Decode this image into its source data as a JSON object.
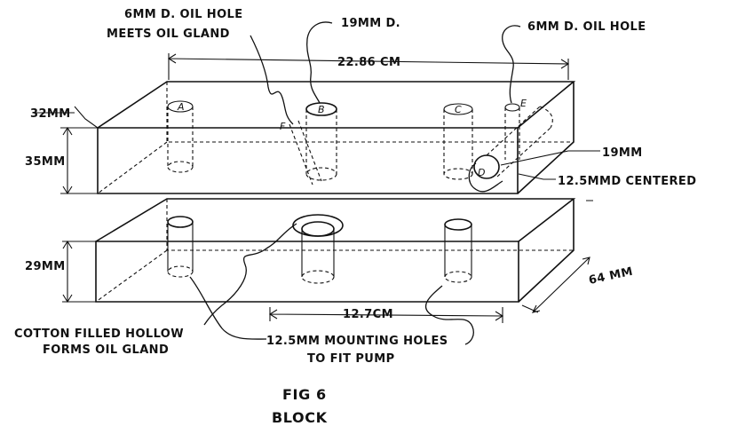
{
  "labels": {
    "oil_hole_6mm_meets_line1": "6MM D. OIL HOLE",
    "oil_hole_6mm_meets_line2": "MEETS OIL GLAND",
    "hole_19mm": "19MM D.",
    "oil_hole_6mm_right": "6MM D. OIL HOLE",
    "length_2286": "22.86 CM",
    "top_32mm": "32MM",
    "height_35mm": "35MM",
    "height_29mm": "29MM",
    "depth_64mm": "64 MM",
    "side_19mm": "19MM",
    "side_125_centered": "12.5MMD CENTERED",
    "spacing_127": "12.7CM",
    "cotton_line1": "COTTON FILLED HOLLOW",
    "cotton_line2": "FORMS OIL GLAND",
    "mounting_line1": "12.5MM MOUNTING HOLES",
    "mounting_line2": "TO FIT PUMP",
    "fig_number": "FIG 6",
    "fig_title": "BLOCK"
  },
  "hole_letters": {
    "a": "A",
    "b": "B",
    "c": "C",
    "d": "D",
    "e": "E",
    "f": "F"
  }
}
